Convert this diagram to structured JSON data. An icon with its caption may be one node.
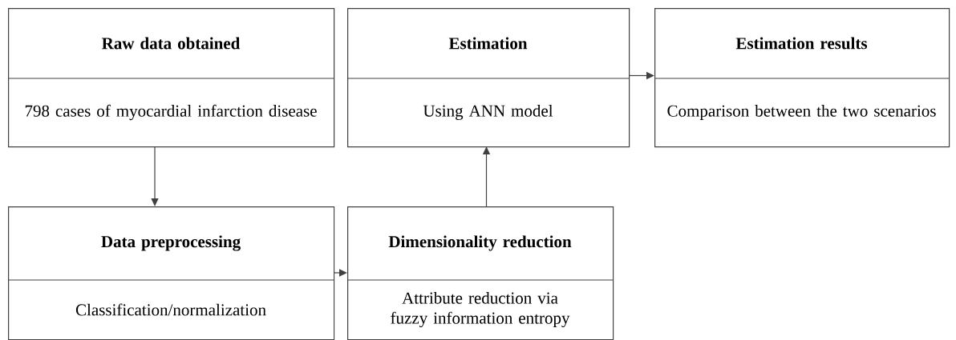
{
  "diagram": {
    "nodes": [
      {
        "text": [
          "Raw data obtained",
          "798 cases of myocardial infarction disease"
        ]
      },
      {
        "text": [
          "Estimation",
          "Using ANN model"
        ]
      },
      {
        "text": [
          "Estimation results",
          "Comparison between the two scenarios"
        ]
      },
      {
        "text": [
          "Data preprocessing",
          "Classification/normalization"
        ]
      },
      {
        "text": [
          "Dimensionality reduction",
          "Attribute reduction via fuzzy information entropy"
        ]
      }
    ],
    "edges": [
      {
        "from": 0,
        "to": 3,
        "arrow": "to"
      },
      {
        "from": 3,
        "to": 4,
        "arrow": "to"
      },
      {
        "from": 4,
        "to": 1,
        "arrow": "to"
      },
      {
        "from": 1,
        "to": 2,
        "arrow": "to"
      }
    ]
  }
}
